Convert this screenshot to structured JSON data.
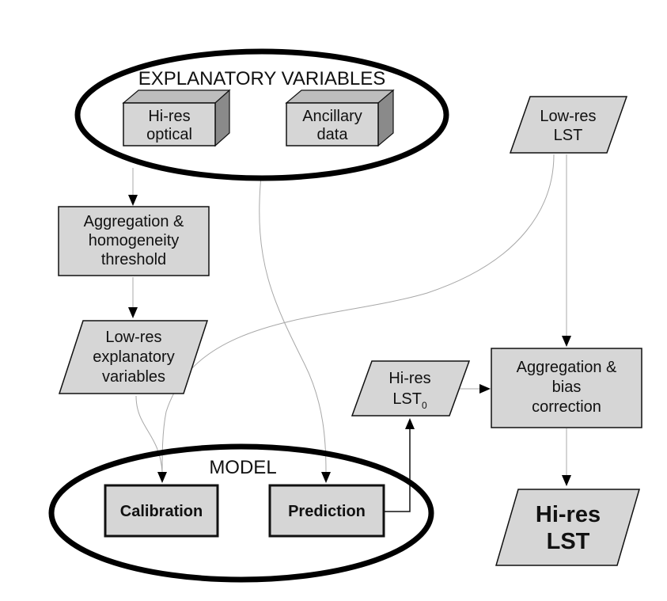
{
  "explanatory_variables": {
    "title": "EXPLANATORY VARIABLES",
    "hires_optical": [
      "Hi-res",
      "optical"
    ],
    "ancillary_data": [
      "Ancillary",
      "data"
    ]
  },
  "aggregation_homogeneity": [
    "Aggregation &",
    "homogeneity",
    "threshold"
  ],
  "lowres_explanatory": [
    "Low-res",
    "explanatory",
    "variables"
  ],
  "lowres_lst": [
    "Low-res",
    "LST"
  ],
  "model": {
    "title": "MODEL",
    "calibration": "Calibration",
    "prediction": "Prediction"
  },
  "hires_lst0": {
    "line1": "Hi-res",
    "line2_base": "LST",
    "line2_subscript": "0"
  },
  "aggregation_bias": [
    "Aggregation &",
    "bias",
    "correction"
  ],
  "hires_lst_output": [
    "Hi-res",
    "LST"
  ]
}
